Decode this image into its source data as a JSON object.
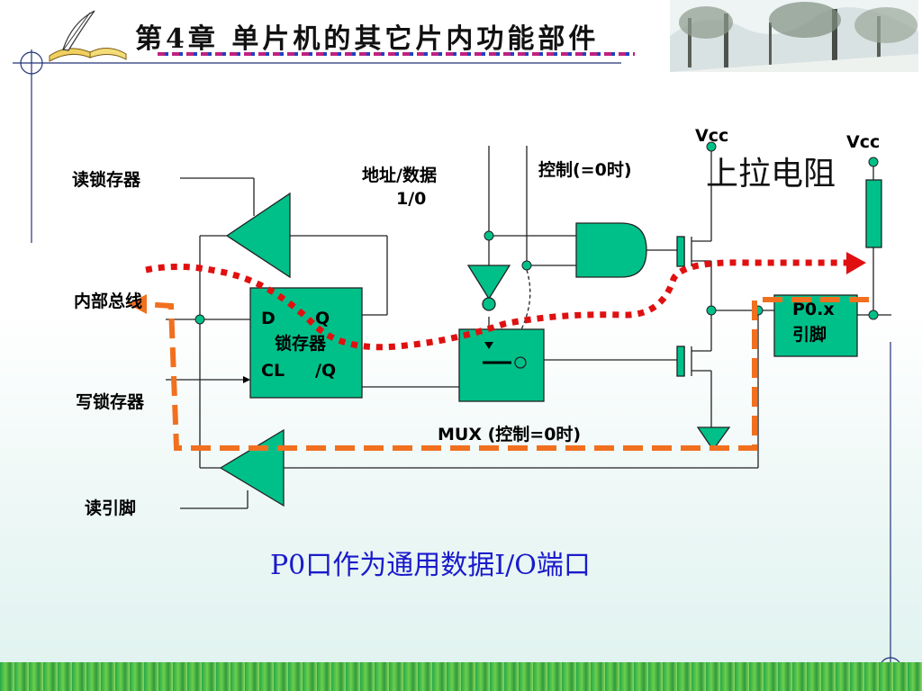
{
  "header": {
    "title": "第4章  单片机的其它片内功能部件"
  },
  "labels": {
    "read_latch": "读锁存器",
    "internal_bus": "内部总线",
    "write_latch": "写锁存器",
    "read_pin": "读引脚",
    "addr_data": "地址/数据",
    "io": "1/0",
    "control": "控制(=0时)",
    "mux": "MUX  (控制=0时)",
    "vcc1": "Vcc",
    "vcc2": "Vcc",
    "pullup": "上拉电阻"
  },
  "latch": {
    "d": "D",
    "q": "Q",
    "name": "锁存器",
    "cl": "CL",
    "qbar": "/Q"
  },
  "pin": {
    "name": "P0.x",
    "sub": "引脚"
  },
  "caption": "P0口作为通用数据I/O端口",
  "colors": {
    "block": "#00c08a",
    "write_path": "#e01010",
    "read_path": "#f07020",
    "caption": "#1a1acc"
  }
}
